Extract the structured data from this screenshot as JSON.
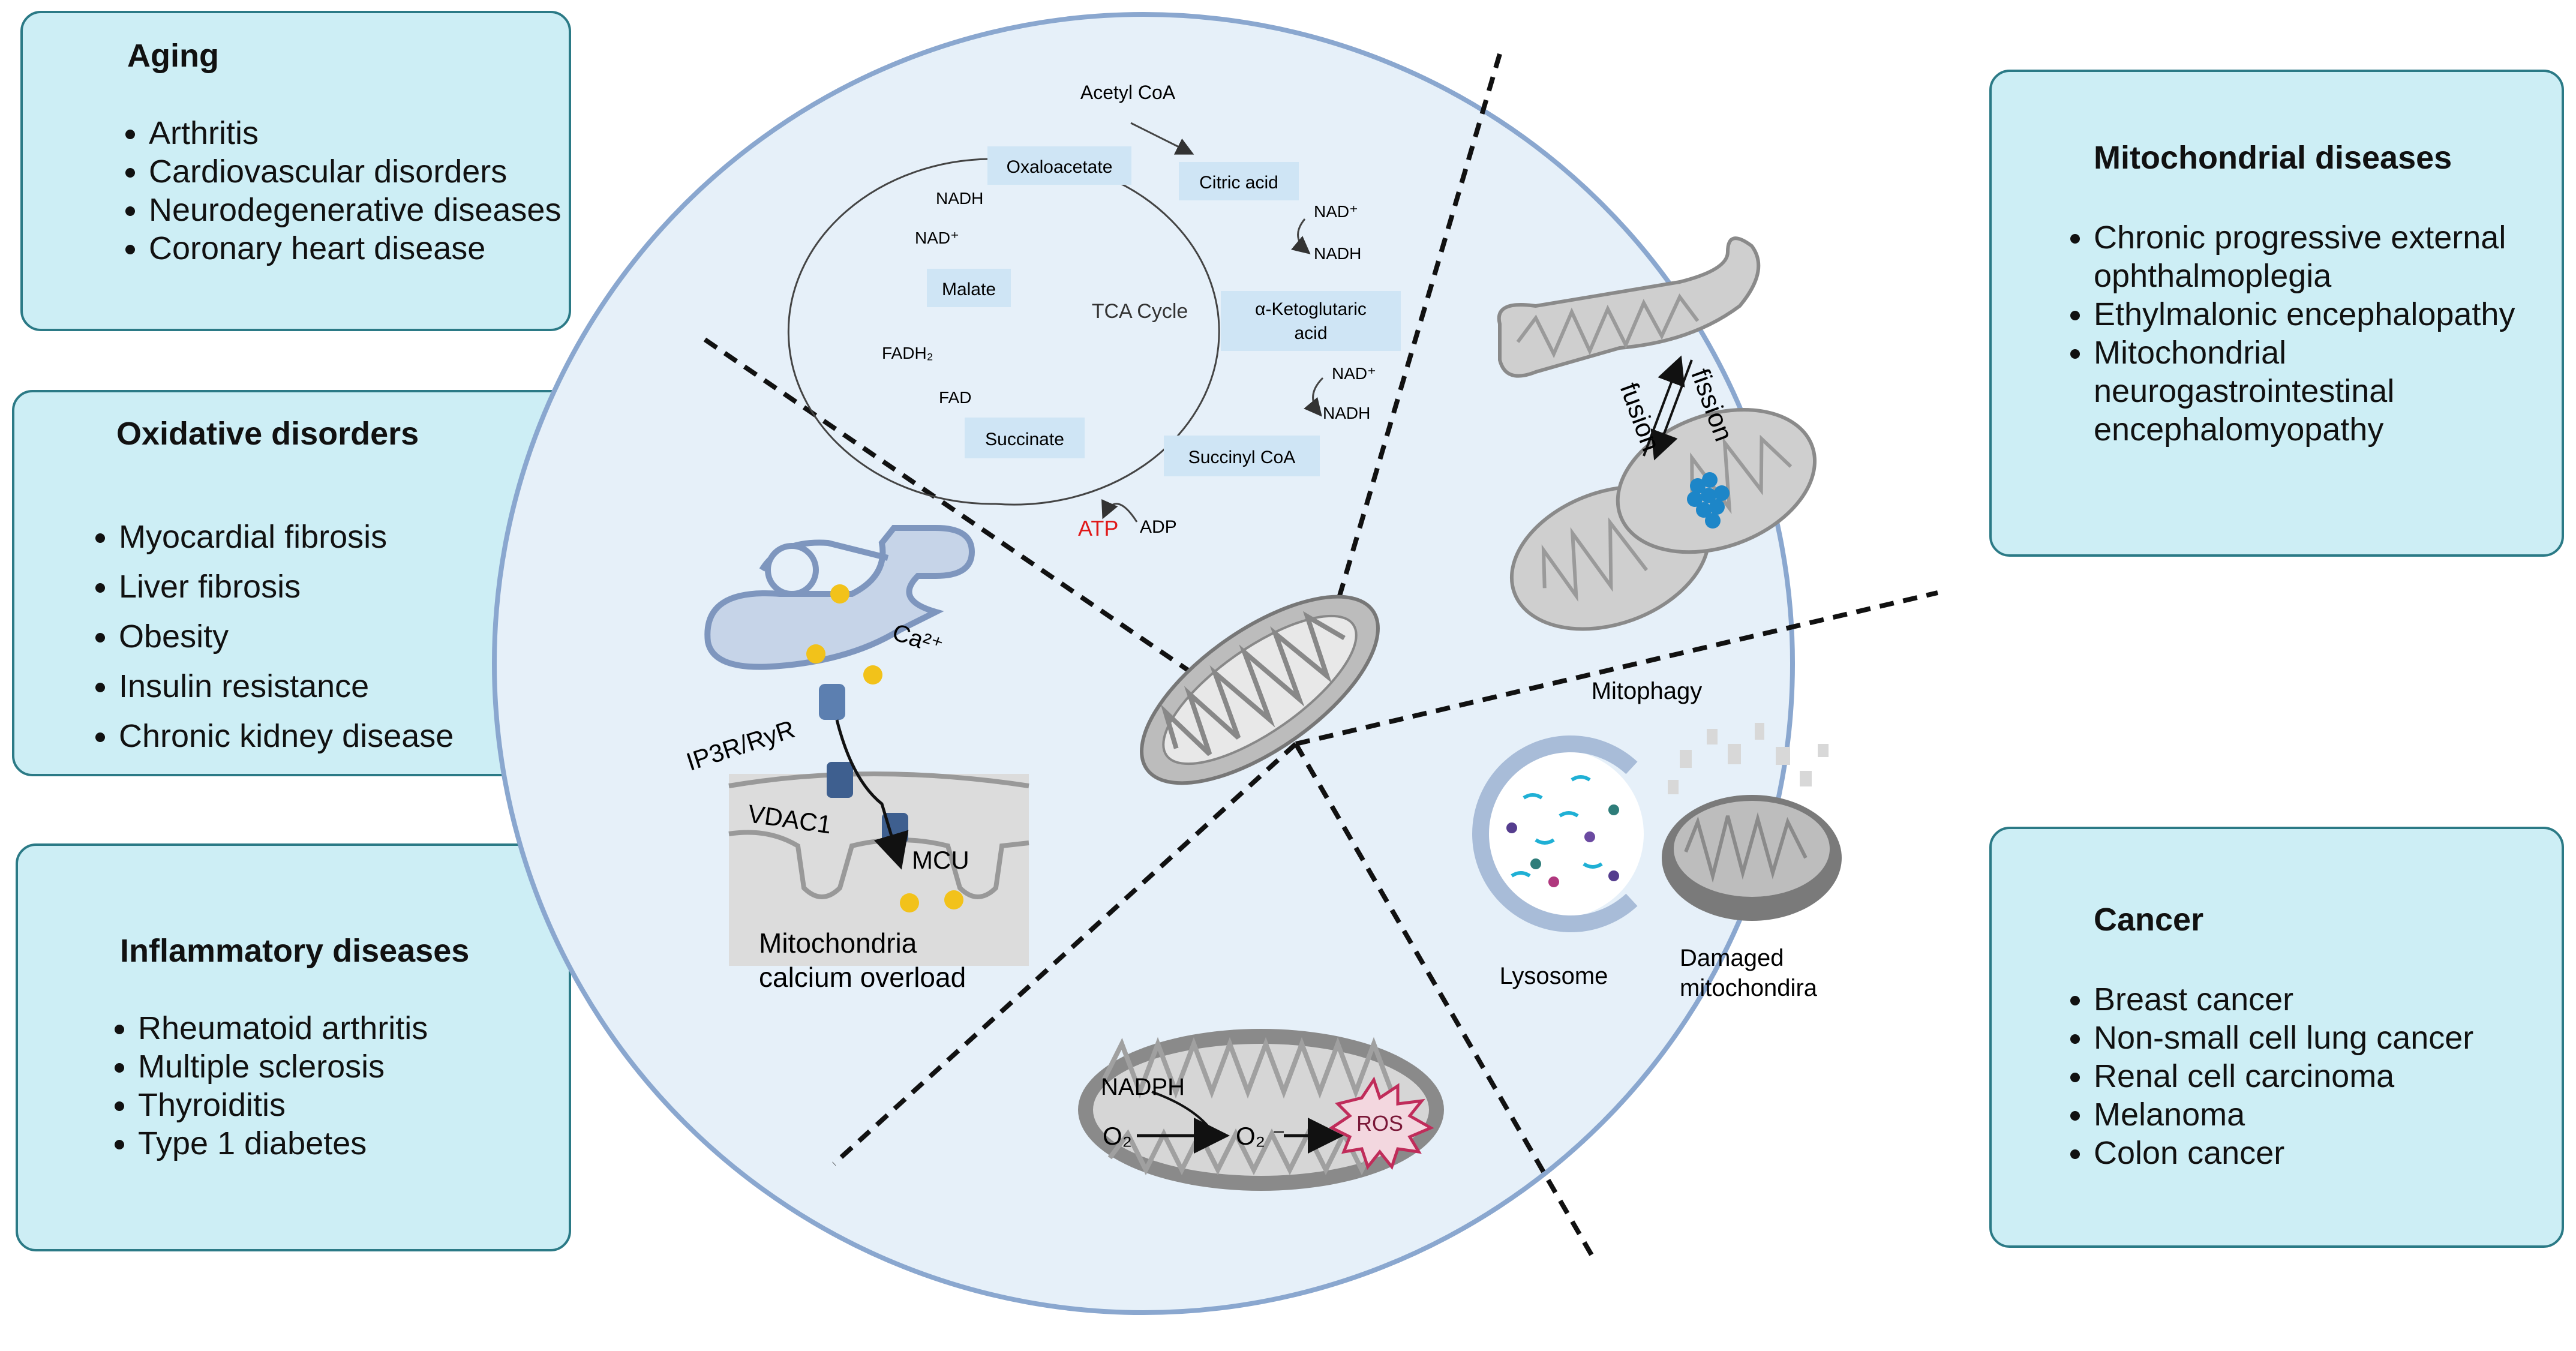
{
  "boxes": {
    "aging": {
      "title": "Aging",
      "items": [
        "Arthritis",
        "Cardiovascular disorders",
        "Neurodegenerative diseases",
        "Coronary heart disease"
      ]
    },
    "oxidative": {
      "title": "Oxidative disorders",
      "items": [
        "Myocardial fibrosis",
        "Liver fibrosis",
        "Obesity",
        "Insulin resistance",
        "Chronic kidney disease"
      ]
    },
    "inflammatory": {
      "title": "Inflammatory diseases",
      "items": [
        "Rheumatoid arthritis",
        "Multiple sclerosis",
        "Thyroiditis",
        "Type 1 diabetes"
      ]
    },
    "mito_diseases": {
      "title": "Mitochondrial diseases",
      "items": [
        "Chronic progressive external ophthalmoplegia",
        "Ethylmalonic encephalopathy",
        "Mitochondrial neurogastrointestinal encephalomyopathy"
      ]
    },
    "cancer": {
      "title": "Cancer",
      "items": [
        "Breast cancer",
        "Non-small cell lung cancer",
        "Renal cell carcinoma",
        "Melanoma",
        "Colon cancer"
      ]
    }
  },
  "tca": {
    "center": "TCA Cycle",
    "acetyl": "Acetyl CoA",
    "oxaloacetate": "Oxaloacetate",
    "citric": "Citric acid",
    "akg1": "α-Ketoglutaric",
    "akg2": "acid",
    "succinyl": "Succinyl CoA",
    "succinate": "Succinate",
    "malate": "Malate",
    "nad": "NAD⁺",
    "nadh": "NADH",
    "fadh2": "FADH₂",
    "fad": "FAD",
    "atp": "ATP",
    "adp": "ADP"
  },
  "dynamics": {
    "fusion": "fusion",
    "fission": "fission"
  },
  "calcium": {
    "ca": "Ca²⁺",
    "ip3r": "IP3R/RyR",
    "vdac": "VDAC1",
    "mcu": "MCU",
    "caption1": "Mitochondria",
    "caption2": "calcium overload"
  },
  "mitophagy": {
    "title": "Mitophagy",
    "lysosome": "Lysosome",
    "damaged1": "Damaged",
    "damaged2": "mitochondira"
  },
  "ros": {
    "nadph": "NADPH",
    "o2": "O₂",
    "o2r": "O₂ ⁻",
    "ros": "ROS"
  },
  "colors": {
    "box_fill": "#cdeef5",
    "box_border": "#2b7a86",
    "circle_fill": "#e6f0f9",
    "circle_border": "#8aa7cf",
    "atp": "#e01818",
    "ros": "#c02c5a"
  }
}
